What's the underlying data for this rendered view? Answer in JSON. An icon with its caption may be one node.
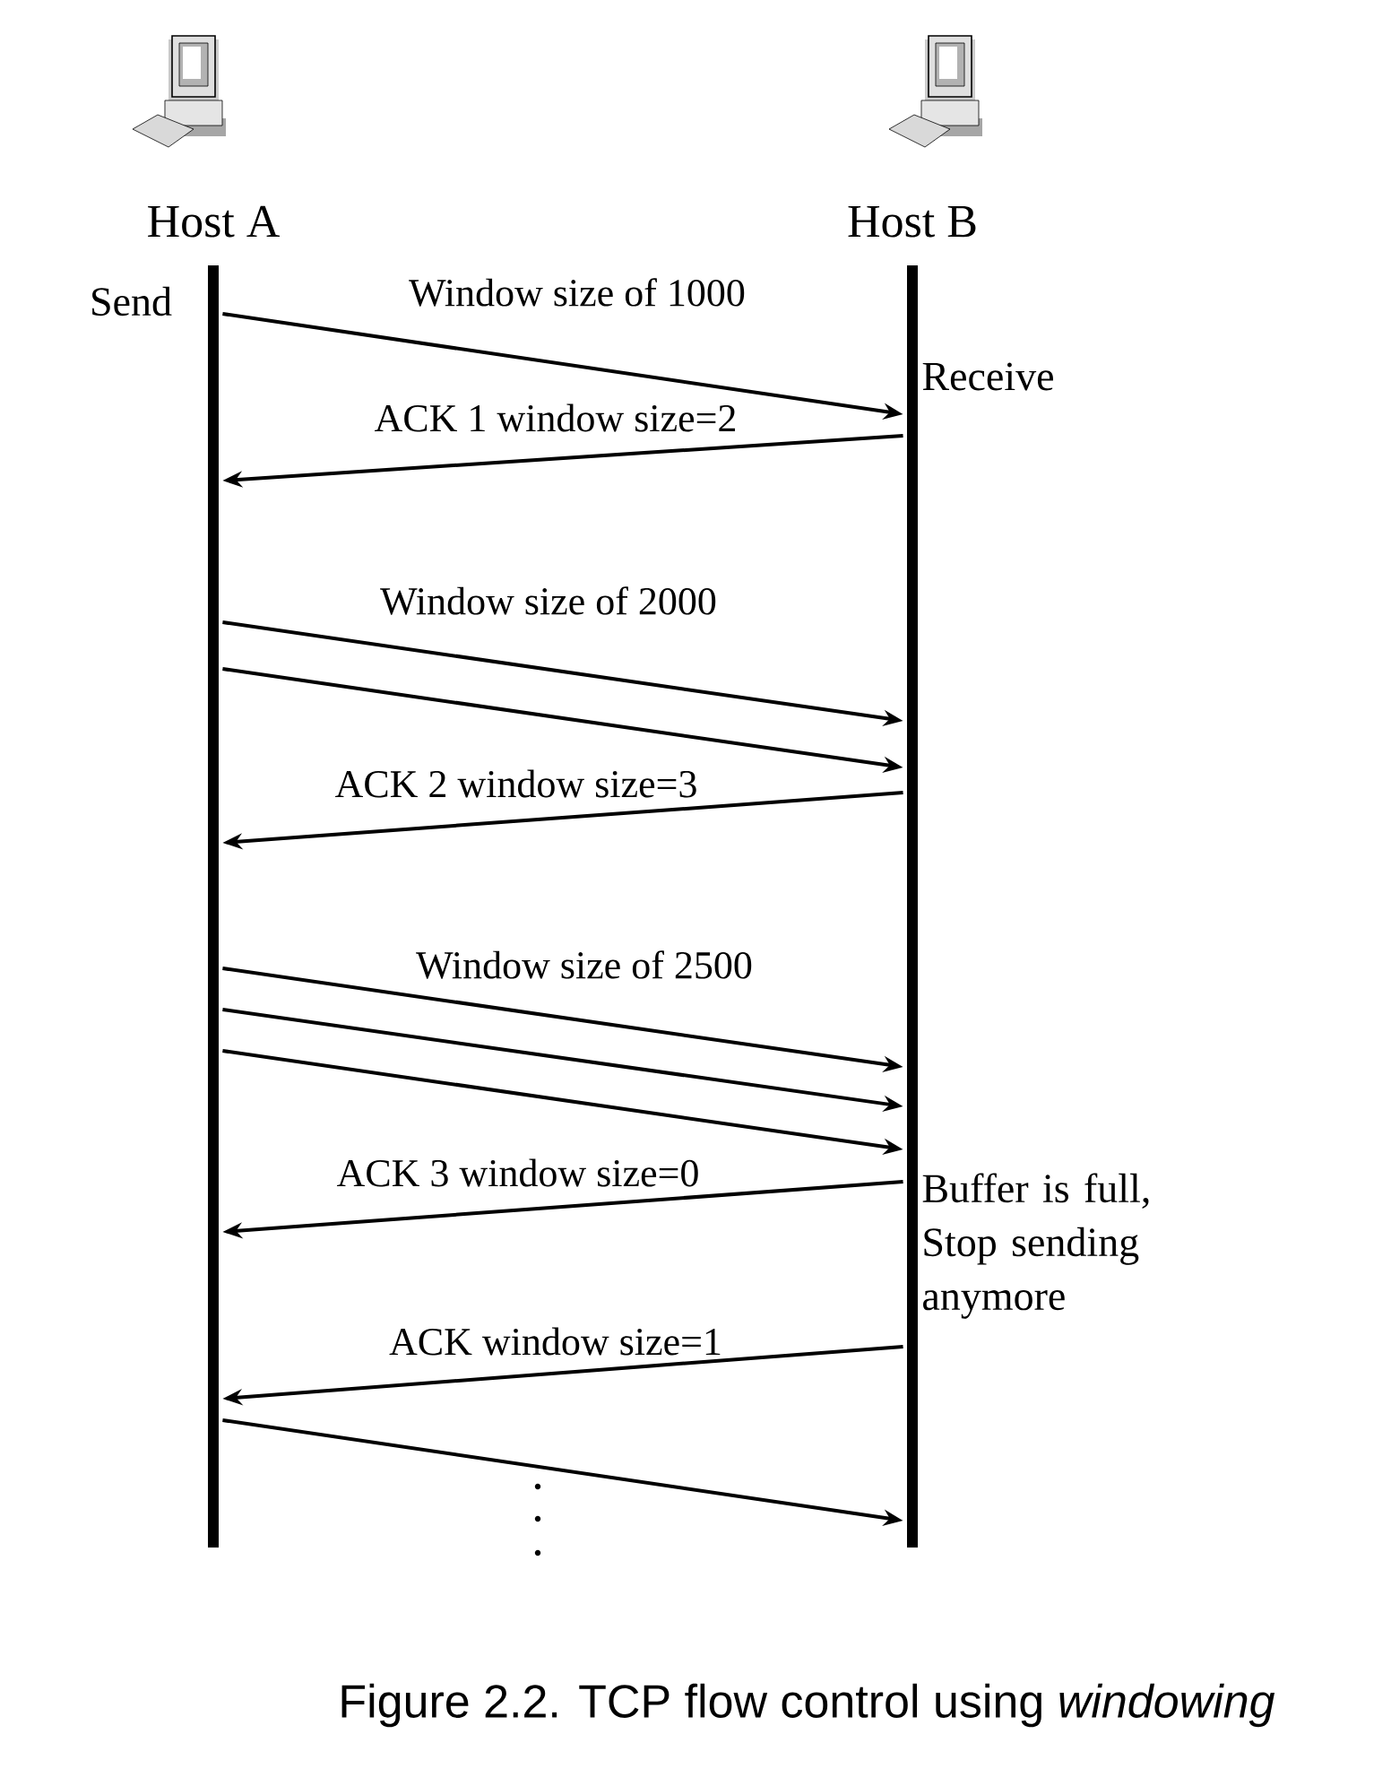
{
  "diagram": {
    "caption": "Figure 2.2. TCP flow control using *windowing*",
    "nodes": [
      {
        "text": [
          "Host A"
        ]
      },
      {
        "text": [
          "Host B"
        ]
      }
    ],
    "edges": [
      {
        "from": 0,
        "to": 1,
        "arrow": "to",
        "label": "Window size of 1000"
      },
      {
        "from": 1,
        "to": 0,
        "arrow": "to",
        "label": "ACK 1 window size=2"
      },
      {
        "from": 0,
        "to": 1,
        "arrow": "to",
        "label": "Window size of 2000"
      },
      {
        "from": 0,
        "to": 1,
        "arrow": "to"
      },
      {
        "from": 1,
        "to": 0,
        "arrow": "to",
        "label": "ACK 2 window size=3"
      },
      {
        "from": 0,
        "to": 1,
        "arrow": "to",
        "label": "Window size of 2500"
      },
      {
        "from": 0,
        "to": 1,
        "arrow": "to"
      },
      {
        "from": 0,
        "to": 1,
        "arrow": "to"
      },
      {
        "from": 1,
        "to": 0,
        "arrow": "to",
        "label": "ACK 3 window size=0"
      },
      {
        "from": 1,
        "to": 0,
        "arrow": "to",
        "label": "ACK window size=1"
      },
      {
        "from": 0,
        "to": 1,
        "arrow": "to"
      }
    ],
    "labels": [
      "Send",
      "Receive",
      "Buffer is full, Stop sending anymore"
    ]
  }
}
